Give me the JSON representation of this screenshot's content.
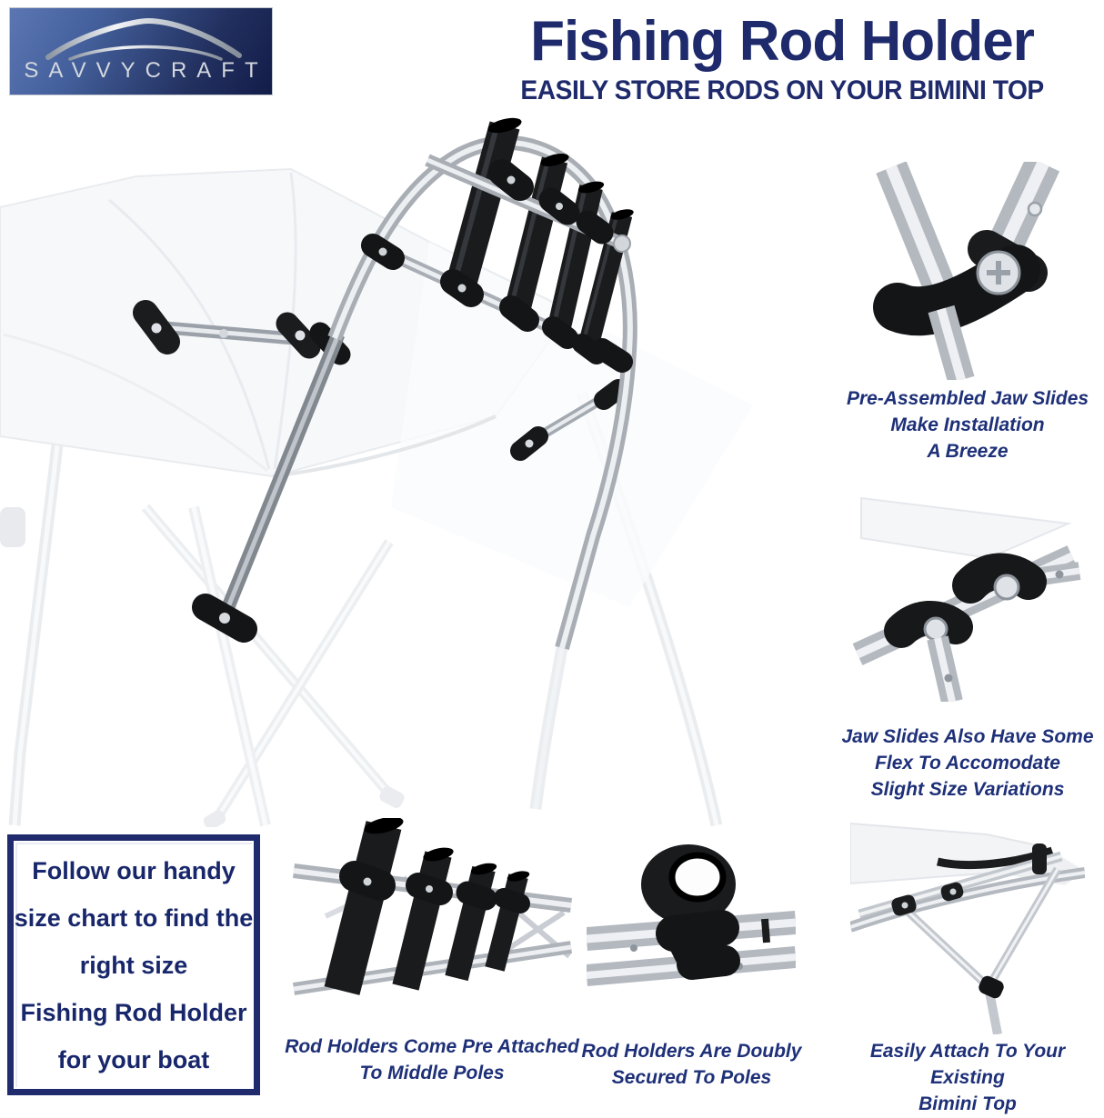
{
  "brand": {
    "name": "SAVVYCRAFT"
  },
  "header": {
    "title": "Fishing Rod Holder",
    "subtitle": "EASILY STORE RODS ON YOUR BIMINI TOP"
  },
  "features": [
    {
      "id": "jaw-slides-preassembled",
      "caption_lines": [
        "Pre-Assembled Jaw Slides",
        "Make Installation",
        "A Breeze"
      ]
    },
    {
      "id": "jaw-slides-flex",
      "caption_lines": [
        "Jaw Slides Also Have Some",
        "Flex To Accomodate",
        "Slight Size Variations"
      ]
    },
    {
      "id": "easily-attach",
      "caption_lines": [
        "Easily Attach To Your Existing",
        "Bimini Top"
      ]
    },
    {
      "id": "rod-holders-pre-attached",
      "caption_lines": [
        "Rod Holders Come Pre Attached",
        "To Middle Poles"
      ]
    },
    {
      "id": "rod-holders-doubly-secured",
      "caption_lines": [
        "Rod Holders Are Doubly",
        "Secured To Poles"
      ]
    }
  ],
  "size_note": {
    "lines": [
      "Follow our handy",
      "size chart to find the",
      "right size",
      "Fishing Rod Holder",
      "for your boat"
    ]
  },
  "colors": {
    "navy": "#1e2a6b",
    "caption_blue": "#1e3078",
    "logo_blue_light": "#5b76b2",
    "logo_blue_dark": "#131c49",
    "silver": "#a9aeb5",
    "black_plastic": "#1b1c1e"
  }
}
